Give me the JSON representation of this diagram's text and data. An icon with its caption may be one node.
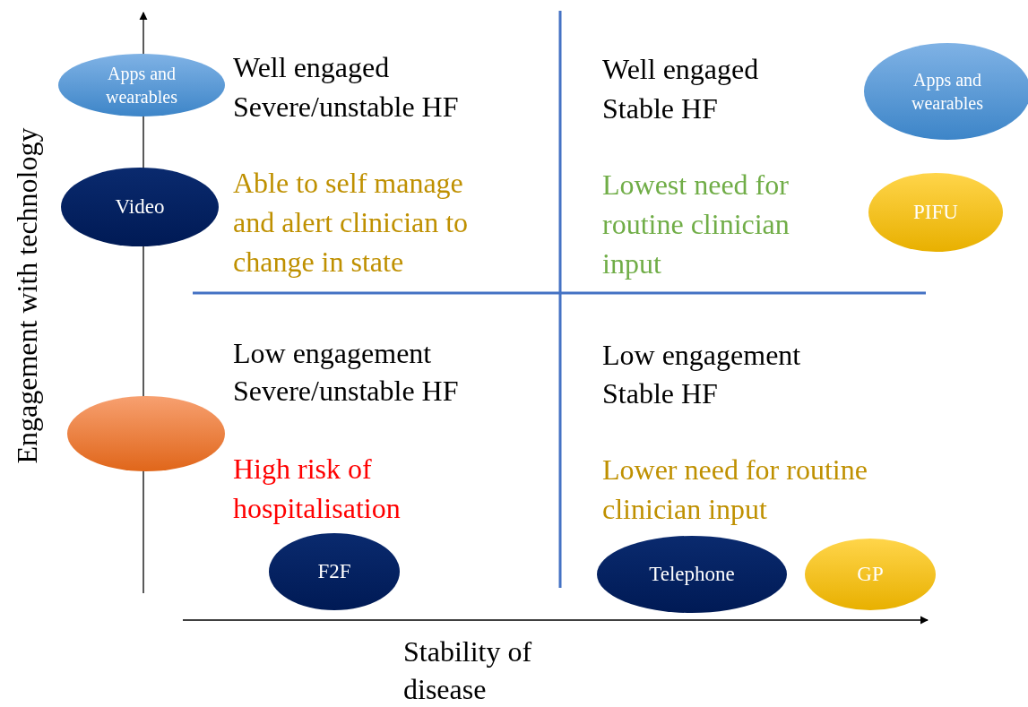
{
  "diagram": {
    "nodes": [
      {
        "text": [
          "Apps and wearables"
        ]
      },
      {
        "text": [
          "Apps and wearables"
        ]
      },
      {
        "text": [
          "Video"
        ]
      },
      {
        "text": [
          "PIFU"
        ]
      },
      {
        "text": [],
        "shape": "ellipse"
      },
      {
        "text": [
          "F2F"
        ]
      },
      {
        "text": [
          "Telephone"
        ]
      },
      {
        "text": [
          "GP"
        ]
      }
    ],
    "labels": [
      "Engagement with technology",
      "Well engaged",
      "Severe/unstable HF",
      "Well engaged",
      "Stable HF",
      "Able to self manage and alert clinician to change in state",
      "Lowest need for routine clinician input",
      "Low engagement",
      "Severe/unstable HF",
      "Low engagement",
      "Stable HF",
      "High risk of hospitalisation",
      "Lower need for routine clinician input",
      "Stability of disease"
    ]
  }
}
